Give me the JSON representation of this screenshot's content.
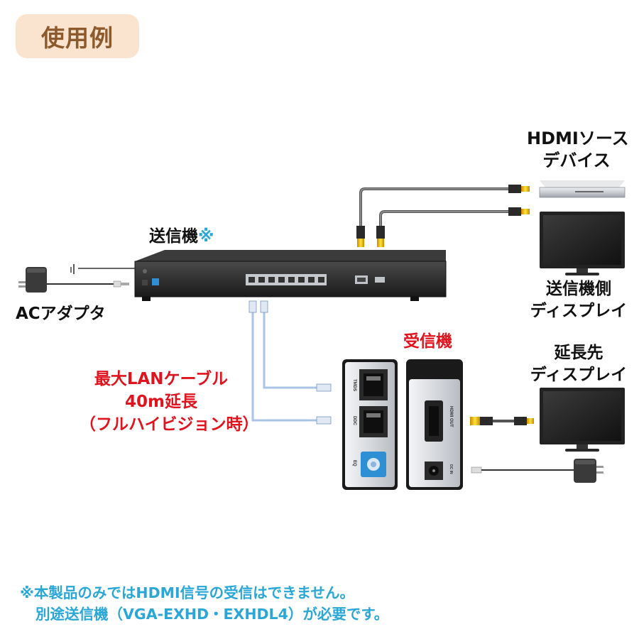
{
  "badge": {
    "title": "使用例"
  },
  "labels": {
    "source_line1": "HDMIソース",
    "source_line2": "デバイス",
    "transmitter": "送信機",
    "transmitter_mark": "※",
    "tx_display_line1": "送信機側",
    "tx_display_line2": "ディスプレイ",
    "ac_adapter": "ACアダプタ",
    "receiver": "受信機",
    "ext_display_line1": "延長先",
    "ext_display_line2": "ディスプレイ",
    "cable_line1": "最大LANケーブル",
    "cable_line2": "40m延長",
    "cable_line3": "（フルハイビジョン時）"
  },
  "port_labels": {
    "tmds": "TMDS",
    "ddc": "DDC",
    "eq": "EQ",
    "hdmi_out": "HDMI OUT",
    "dc_in": "DC IN"
  },
  "notes": {
    "line1": "※本製品のみではHDMI信号の受信はできません。",
    "line2": "別途送信機（VGA-EXHD・EXHDL4）が必要です。"
  },
  "colors": {
    "badge_bg": "#fbe4cf",
    "badge_text": "#8c5a2c",
    "red": "#e0141e",
    "cyan": "#2aa7d6",
    "lan_cable": "#a9c4e6",
    "eq_blue": "#2d8fd4"
  }
}
